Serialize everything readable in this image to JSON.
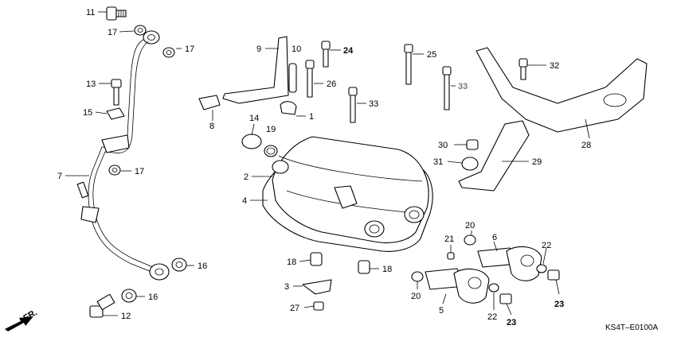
{
  "diagram_code": "KS4T–E0100A",
  "direction_label": "FR.",
  "callouts": [
    {
      "id": "c11",
      "text": "11",
      "style": "normal"
    },
    {
      "id": "c17a",
      "text": "17",
      "style": "normal"
    },
    {
      "id": "c17b",
      "text": "17",
      "style": "normal"
    },
    {
      "id": "c13",
      "text": "13",
      "style": "normal"
    },
    {
      "id": "c15",
      "text": "15",
      "style": "normal"
    },
    {
      "id": "c7",
      "text": "7",
      "style": "normal"
    },
    {
      "id": "c17c",
      "text": "17",
      "style": "normal"
    },
    {
      "id": "c16a",
      "text": "16",
      "style": "normal"
    },
    {
      "id": "c16b",
      "text": "16",
      "style": "normal"
    },
    {
      "id": "c12",
      "text": "12",
      "style": "normal"
    },
    {
      "id": "c9",
      "text": "9",
      "style": "normal"
    },
    {
      "id": "c10",
      "text": "10",
      "style": "normal"
    },
    {
      "id": "c24",
      "text": "24",
      "style": "bold"
    },
    {
      "id": "c26",
      "text": "26",
      "style": "normal"
    },
    {
      "id": "c8",
      "text": "8",
      "style": "normal"
    },
    {
      "id": "c1",
      "text": "1",
      "style": "normal"
    },
    {
      "id": "c33a",
      "text": "33",
      "style": "normal"
    },
    {
      "id": "c25",
      "text": "25",
      "style": "normal"
    },
    {
      "id": "c33b",
      "text": "33",
      "style": "grey"
    },
    {
      "id": "c32",
      "text": "32",
      "style": "normal"
    },
    {
      "id": "c14",
      "text": "14",
      "style": "normal"
    },
    {
      "id": "c19",
      "text": "19",
      "style": "normal"
    },
    {
      "id": "c2",
      "text": "2",
      "style": "normal"
    },
    {
      "id": "c4",
      "text": "4",
      "style": "normal"
    },
    {
      "id": "c30",
      "text": "30",
      "style": "normal"
    },
    {
      "id": "c31",
      "text": "31",
      "style": "normal"
    },
    {
      "id": "c29",
      "text": "29",
      "style": "normal"
    },
    {
      "id": "c28",
      "text": "28",
      "style": "normal"
    },
    {
      "id": "c18a",
      "text": "18",
      "style": "normal"
    },
    {
      "id": "c18b",
      "text": "18",
      "style": "normal"
    },
    {
      "id": "c3",
      "text": "3",
      "style": "normal"
    },
    {
      "id": "c27",
      "text": "27",
      "style": "normal"
    },
    {
      "id": "c20a",
      "text": "20",
      "style": "normal"
    },
    {
      "id": "c21",
      "text": "21",
      "style": "normal"
    },
    {
      "id": "c6",
      "text": "6",
      "style": "normal"
    },
    {
      "id": "c20b",
      "text": "20",
      "style": "normal"
    },
    {
      "id": "c5",
      "text": "5",
      "style": "normal"
    },
    {
      "id": "c22a",
      "text": "22",
      "style": "normal"
    },
    {
      "id": "c22b",
      "text": "22",
      "style": "normal"
    },
    {
      "id": "c23a",
      "text": "23",
      "style": "bold"
    },
    {
      "id": "c23b",
      "text": "23",
      "style": "bold"
    }
  ]
}
